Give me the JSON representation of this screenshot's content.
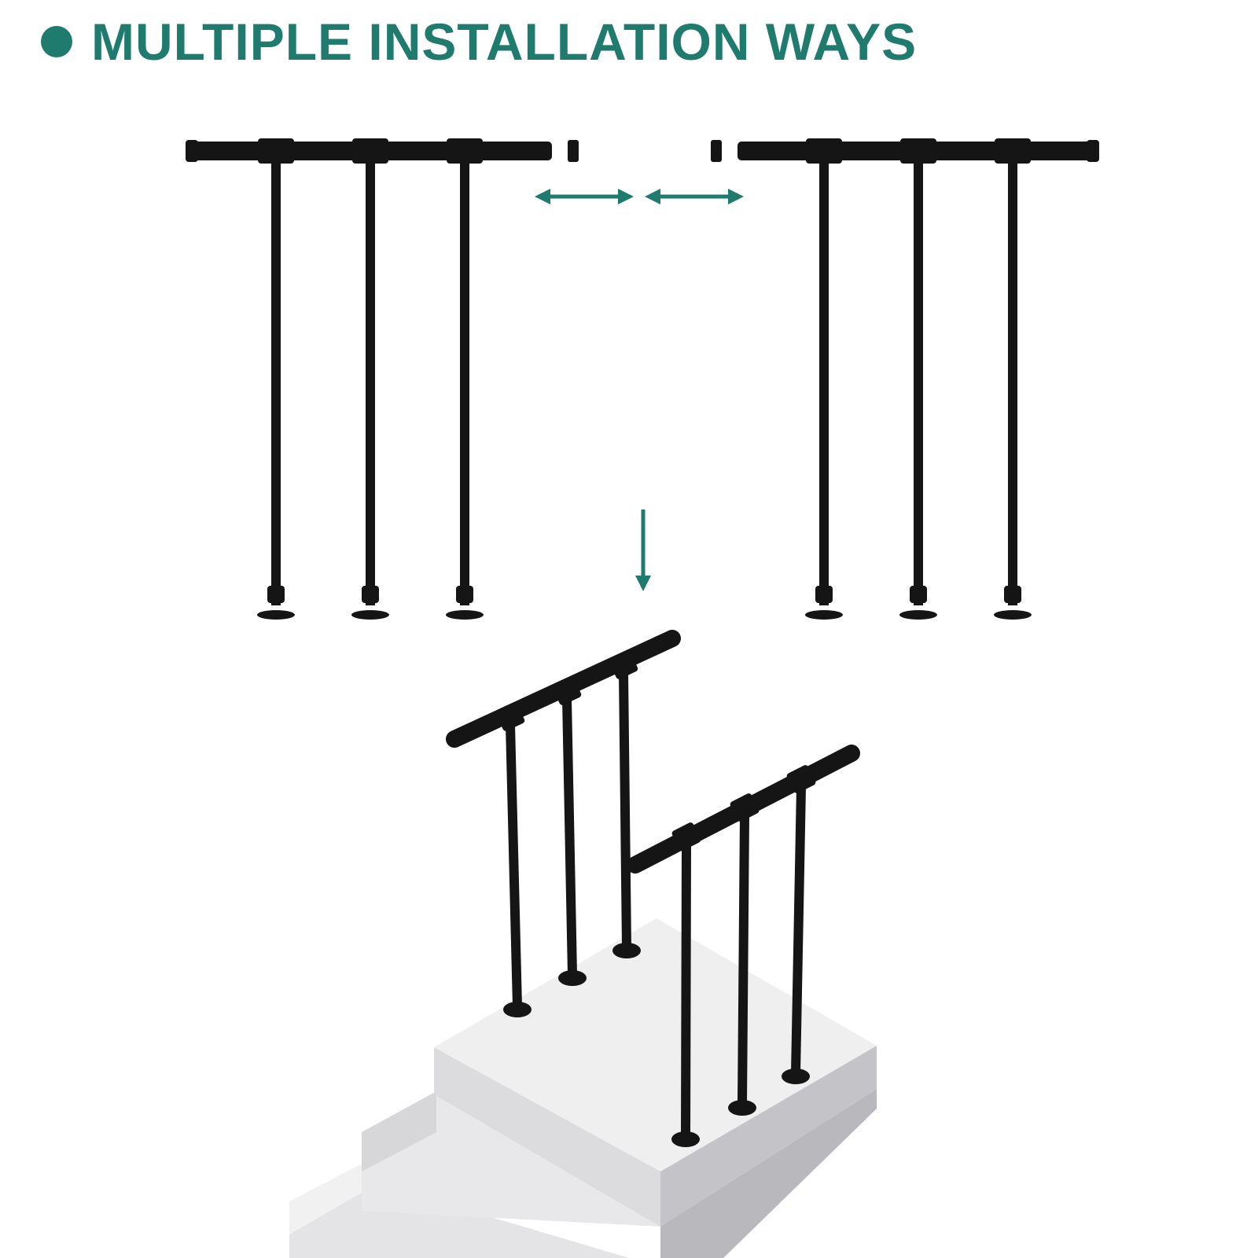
{
  "heading": {
    "text": "MULTIPLE INSTALLATION WAYS"
  },
  "colors": {
    "accent": "#1e7b6e",
    "rail": "#151515",
    "step_top": "#ececec",
    "step_front": "#d9d9db",
    "step_side": "#c4c4c8"
  },
  "icons": {
    "bullet": "filled-circle",
    "spread_arrows": "double-headed-arrow",
    "down_arrow": "arrow-down"
  }
}
